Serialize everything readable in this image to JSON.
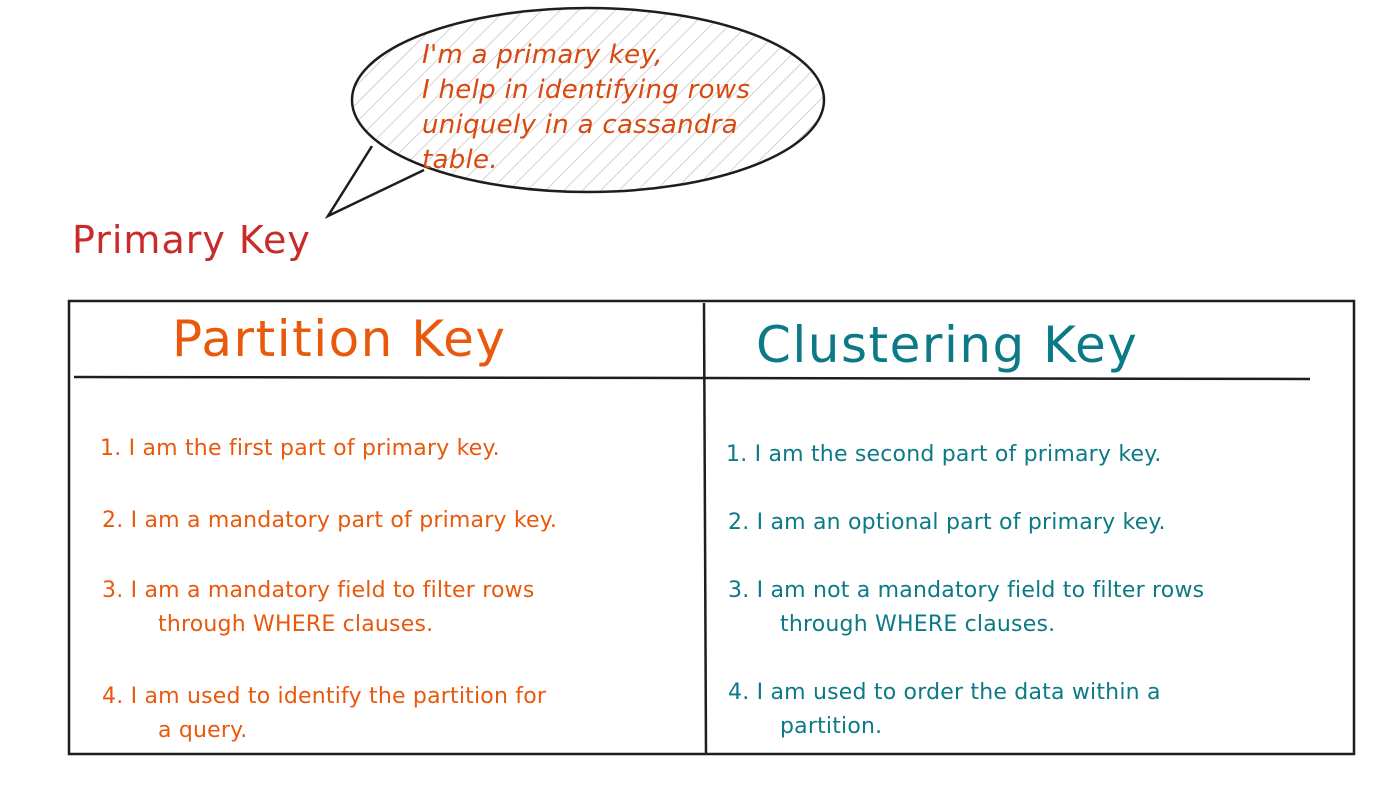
{
  "bubble": {
    "lines": [
      "I'm a primary key,",
      "I help in identifying rows",
      "uniquely in a cassandra",
      "table."
    ]
  },
  "primary_key_label": "Primary Key",
  "table": {
    "partition": {
      "title": "Partition Key",
      "items": [
        {
          "line1": "1. I am the first part of primary key.",
          "line2": ""
        },
        {
          "line1": "2. I am a mandatory part of primary key.",
          "line2": ""
        },
        {
          "line1": "3. I am a mandatory field to filter rows",
          "line2": "through WHERE clauses."
        },
        {
          "line1": "4. I am used to identify the partition for",
          "line2": "a query."
        }
      ]
    },
    "clustering": {
      "title": "Clustering Key",
      "items": [
        {
          "line1": "1. I am the second part of primary key.",
          "line2": ""
        },
        {
          "line1": "2. I am an optional part of primary key.",
          "line2": ""
        },
        {
          "line1": "3. I am not a mandatory field to filter rows",
          "line2": "through WHERE clauses."
        },
        {
          "line1": "4. I am used to order the data within a",
          "line2": "partition."
        }
      ]
    }
  },
  "colors": {
    "bubble_text": "#d9480f",
    "primary_key": "#c92a2a",
    "partition": "#e8590c",
    "clustering": "#0c7a86",
    "stroke": "#1e1e1e",
    "hatch": "#c8c8c8"
  }
}
